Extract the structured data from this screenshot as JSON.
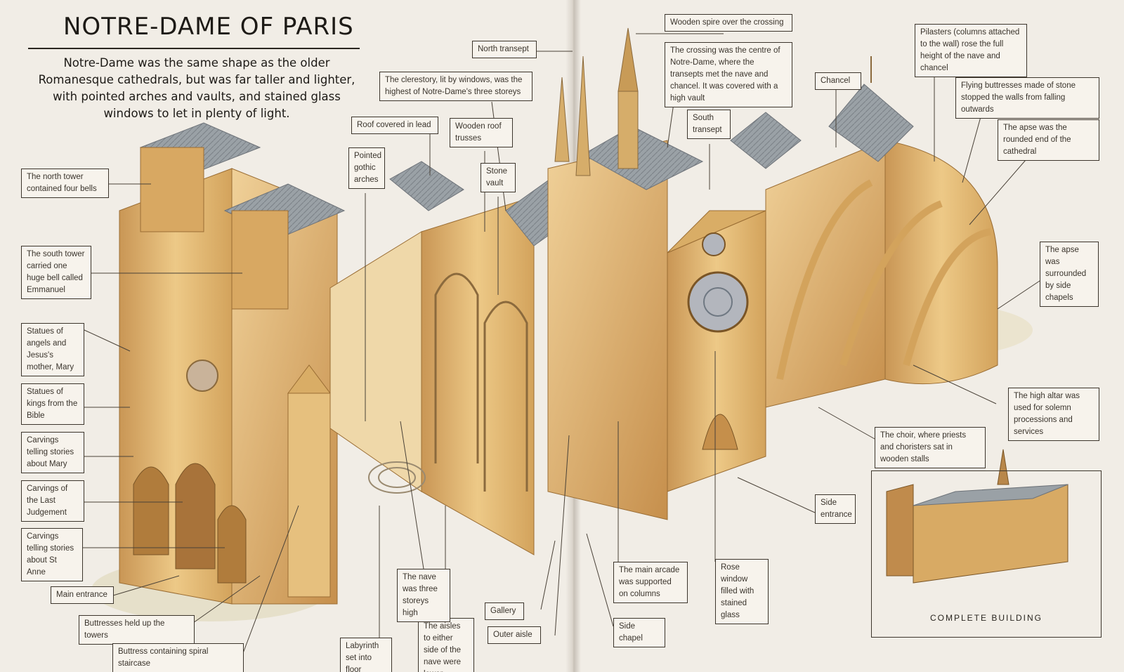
{
  "title": "NOTRE-DAME OF PARIS",
  "intro": "Notre-Dame was the same shape as the older Romanesque cathedrals, but was far taller and lighter, with pointed arches and vaults, and stained glass windows to let in plenty of light.",
  "labels": {
    "north_tower": "The north tower contained four bells",
    "south_tower": "The south tower carried one huge bell called Emmanuel",
    "statues_angels": "Statues of angels and Jesus's mother, Mary",
    "statues_kings": "Statues of kings from the Bible",
    "carvings_mary": "Carvings telling stories about Mary",
    "carvings_judgement": "Carvings of the Last Judgement",
    "carvings_anne": "Carvings telling stories about St Anne",
    "main_entrance": "Main entrance",
    "buttresses_towers": "Buttresses held up the towers",
    "buttress_staircase": "Buttress containing spiral staircase",
    "labyrinth": "Labyrinth set into floor",
    "aisles_lower": "The aisles to either side of the nave were lower",
    "nave_storeys": "The nave was three storeys high",
    "gallery": "Gallery",
    "outer_aisle": "Outer aisle",
    "side_chapel": "Side chapel",
    "main_arcade": "The main arcade was supported on columns",
    "rose_window": "Rose window filled with stained glass",
    "side_entrance": "Side entrance",
    "choir": "The choir, where priests and choristers sat in wooden stalls",
    "high_altar": "The high altar was used for solemn processions and services",
    "apse_chapels": "The apse was surrounded by side chapels",
    "apse_rounded": "The apse was the rounded end of the cathedral",
    "flying_buttresses": "Flying buttresses made of stone stopped the walls from falling outwards",
    "pilasters": "Pilasters (columns attached to the wall) rose the full height of the nave and chancel",
    "chancel": "Chancel",
    "south_transept": "South transept",
    "crossing": "The crossing was the centre of Notre-Dame, where the transepts met the nave and chancel. It was covered with a high vault",
    "spire": "Wooden spire over the crossing",
    "north_transept": "North transept",
    "clerestory": "The clerestory, lit by windows, was the highest of Notre-Dame's three storeys",
    "roof_lead": "Roof covered in lead",
    "roof_trusses": "Wooden roof trusses",
    "pointed_arches": "Pointed gothic arches",
    "stone_vault": "Stone vault"
  },
  "inset_caption": "COMPLETE BUILDING",
  "colors": {
    "paper": "#f1ede6",
    "stone": "#e2b96e",
    "stone_dark": "#b98a46",
    "roof": "#8e959b",
    "ink": "#3c352c"
  }
}
